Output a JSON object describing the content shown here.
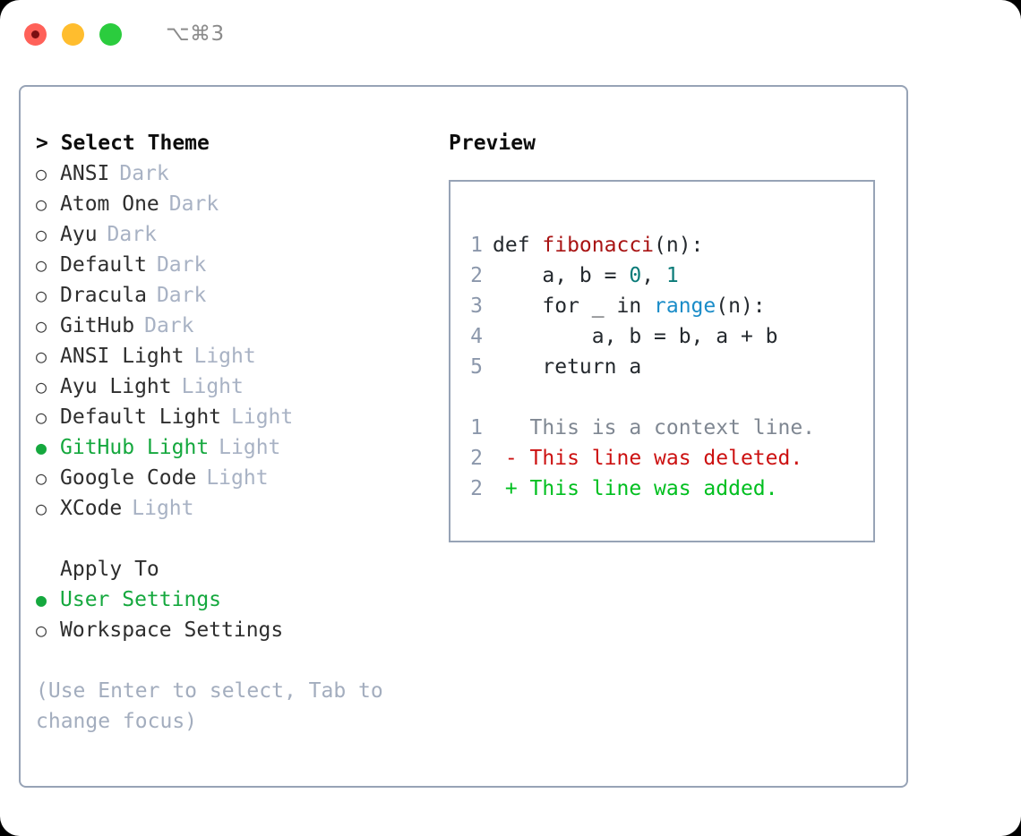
{
  "titlebar": {
    "shortcut": "⌥⌘3",
    "buttons": [
      "close",
      "minimize",
      "maximize"
    ]
  },
  "theme_panel": {
    "header": "> Select Theme",
    "items": [
      {
        "marker": "○",
        "label": "ANSI",
        "variant": "Dark",
        "selected": false
      },
      {
        "marker": "○",
        "label": "Atom One",
        "variant": "Dark",
        "selected": false
      },
      {
        "marker": "○",
        "label": "Ayu",
        "variant": "Dark",
        "selected": false
      },
      {
        "marker": "○",
        "label": "Default",
        "variant": "Dark",
        "selected": false
      },
      {
        "marker": "○",
        "label": "Dracula",
        "variant": "Dark",
        "selected": false
      },
      {
        "marker": "○",
        "label": "GitHub",
        "variant": "Dark",
        "selected": false
      },
      {
        "marker": "○",
        "label": "ANSI Light",
        "variant": "Light",
        "selected": false
      },
      {
        "marker": "○",
        "label": "Ayu Light",
        "variant": "Light",
        "selected": false
      },
      {
        "marker": "○",
        "label": "Default Light",
        "variant": "Light",
        "selected": false
      },
      {
        "marker": "●",
        "label": "GitHub Light",
        "variant": "Light",
        "selected": true
      },
      {
        "marker": "○",
        "label": "Google Code",
        "variant": "Light",
        "selected": false
      },
      {
        "marker": "○",
        "label": "XCode",
        "variant": "Light",
        "selected": false
      }
    ]
  },
  "apply_to": {
    "header": "Apply To",
    "items": [
      {
        "marker": "●",
        "label": "User Settings",
        "selected": true
      },
      {
        "marker": "○",
        "label": "Workspace Settings",
        "selected": false
      }
    ]
  },
  "hint": "(Use Enter to select, Tab to change focus)",
  "preview": {
    "title": "Preview",
    "code_lines": [
      {
        "no": "1",
        "segments": [
          {
            "text": "def ",
            "tok": "plain"
          },
          {
            "text": "fibonacci",
            "tok": "fn"
          },
          {
            "text": "(n):",
            "tok": "plain"
          }
        ]
      },
      {
        "no": "2",
        "segments": [
          {
            "text": "    a, b = ",
            "tok": "plain"
          },
          {
            "text": "0",
            "tok": "num"
          },
          {
            "text": ", ",
            "tok": "plain"
          },
          {
            "text": "1",
            "tok": "num"
          }
        ]
      },
      {
        "no": "3",
        "segments": [
          {
            "text": "    for _ in ",
            "tok": "plain"
          },
          {
            "text": "range",
            "tok": "call"
          },
          {
            "text": "(n):",
            "tok": "plain"
          }
        ]
      },
      {
        "no": "4",
        "segments": [
          {
            "text": "        a, b = b, a + b",
            "tok": "plain"
          }
        ]
      },
      {
        "no": "5",
        "segments": [
          {
            "text": "    return a",
            "tok": "plain"
          }
        ]
      }
    ],
    "diff_lines": [
      {
        "no": "1",
        "sign": " ",
        "text": "This is a context line.",
        "kind": "ctx"
      },
      {
        "no": "2",
        "sign": "-",
        "text": "This line was deleted.",
        "kind": "del"
      },
      {
        "no": "2",
        "sign": "+",
        "text": "This line was added.",
        "kind": "add"
      }
    ]
  },
  "colors": {
    "accent_green": "#15a83e",
    "border": "#97a3b6",
    "muted": "#a8b2c4",
    "lineno": "#8b97ab",
    "diff_add": "#00bf1f",
    "diff_del": "#cc1111",
    "token_fn": "#a81313",
    "token_num": "#0a7b78",
    "token_call": "#1a8cc8"
  }
}
